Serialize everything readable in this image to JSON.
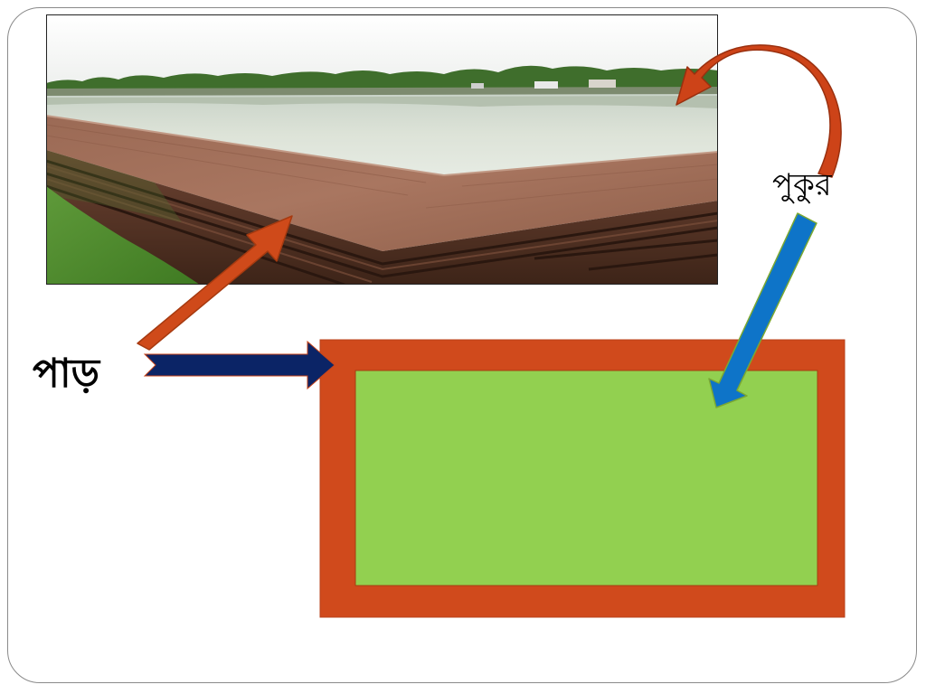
{
  "labels": {
    "bank": "পাড়",
    "pond": "পুকুর"
  },
  "photo": {
    "subject": "pond-with-brick-embankment-photo"
  },
  "colors": {
    "bank_arrow": "#cf4a1a",
    "bank_arrow_stroke": "#b33d12",
    "navy_arrow": "#0b2466",
    "blue_arrow": "#0e74c8",
    "curved_arrow": "#cd4318",
    "diagram_border": "#d04a1c",
    "diagram_inner": "#92d050"
  }
}
